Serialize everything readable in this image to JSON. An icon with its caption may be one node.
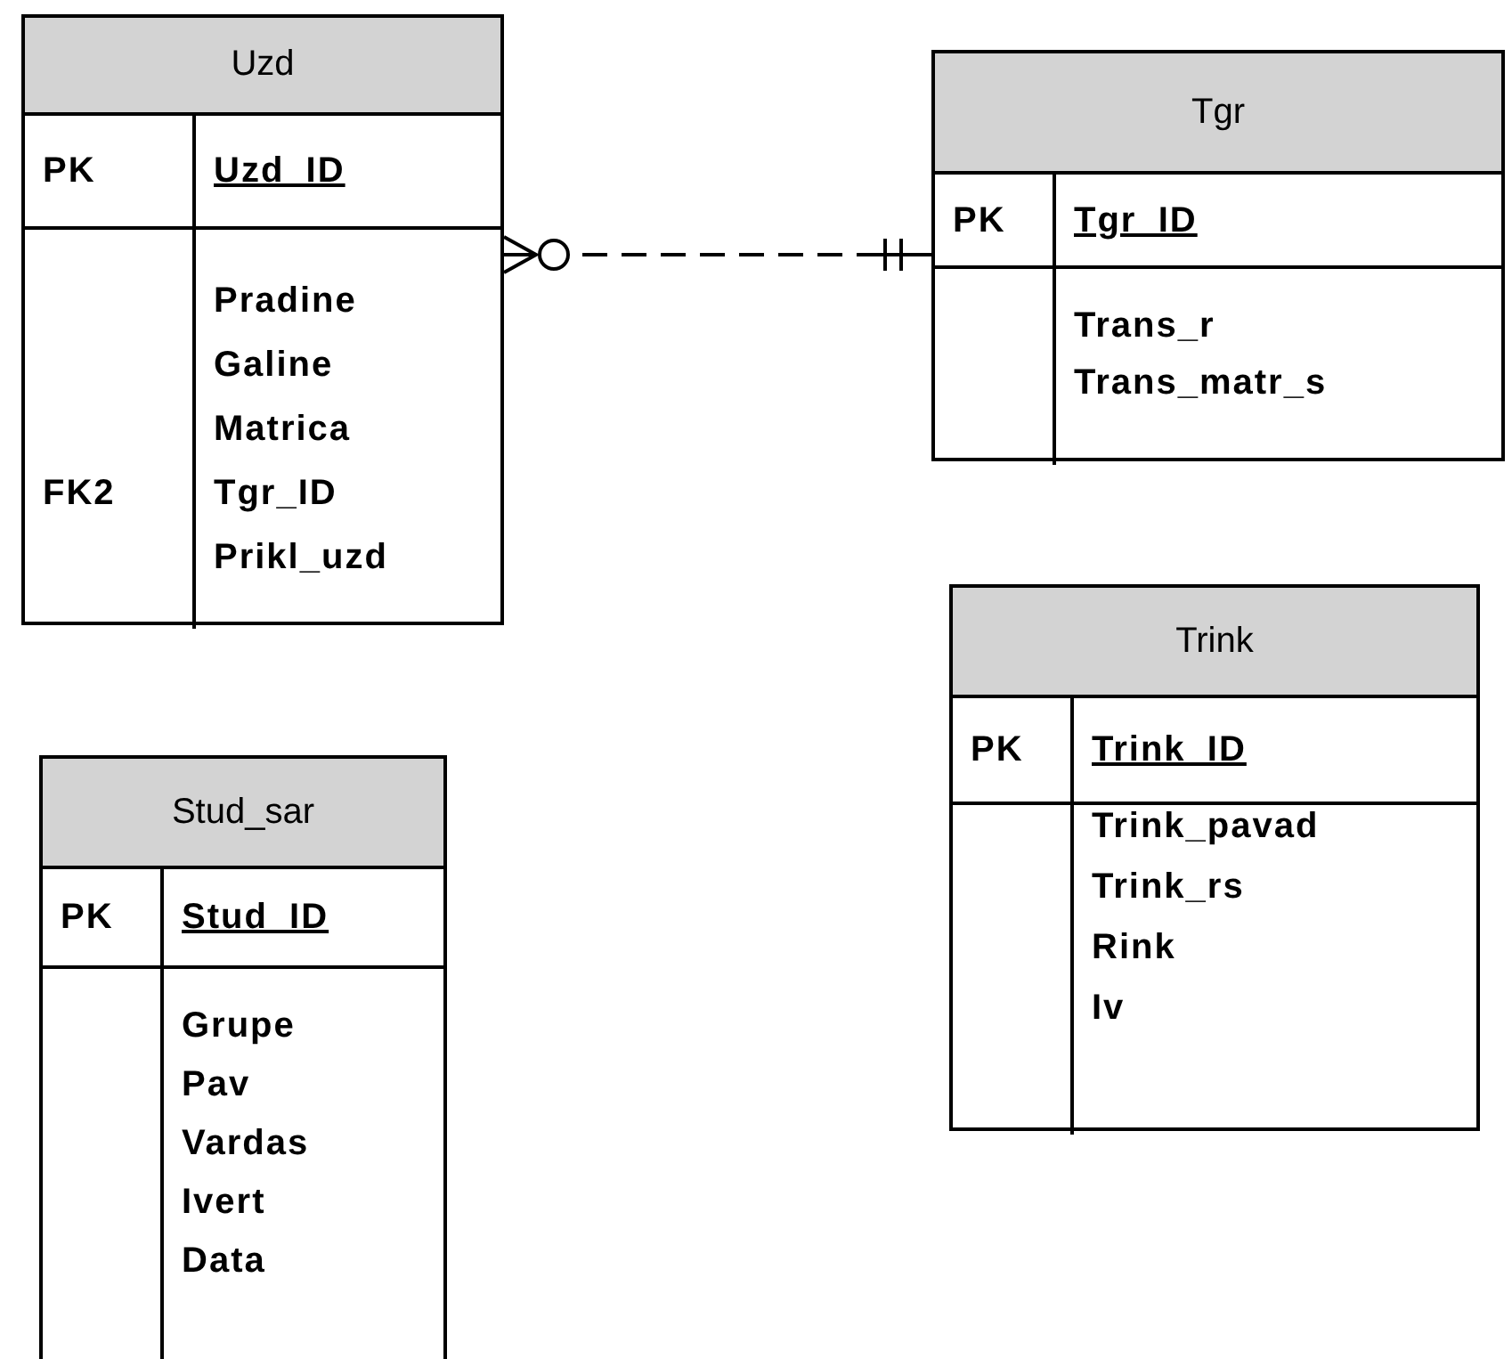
{
  "diagram": {
    "nodes": [
      {
        "text": [
          "Uzd",
          "PK",
          "Uzd_ID",
          "Pradine",
          "Galine",
          "Matrica",
          "FK2",
          "Tgr_ID",
          "Prikl_uzd"
        ]
      },
      {
        "text": [
          "Tgr",
          "PK",
          "Tgr_ID",
          "Trans_r",
          "Trans_matr_s"
        ]
      },
      {
        "text": [
          "Trink",
          "PK",
          "Trink_ID",
          "Trink_pavad",
          "Trink_rs",
          "Rink",
          "Iv"
        ]
      },
      {
        "text": [
          "Stud_sar",
          "PK",
          "Stud_ID",
          "Grupe",
          "Pav",
          "Vardas",
          "Ivert",
          "Data"
        ]
      }
    ],
    "edges": [
      {
        "from": 0,
        "to": 1,
        "arrow": "other",
        "style": "dashed"
      }
    ]
  }
}
